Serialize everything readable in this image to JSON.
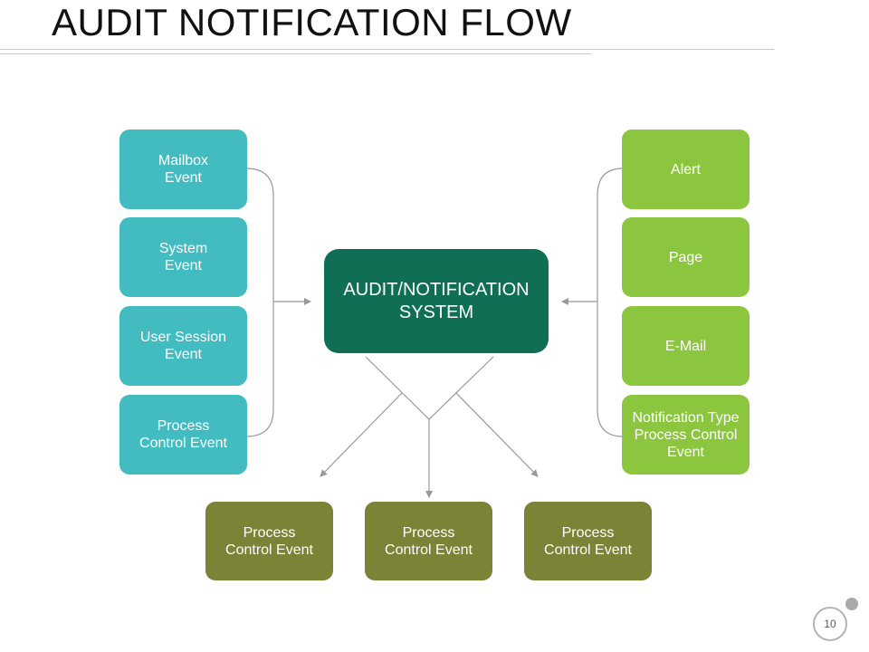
{
  "title": "AUDIT NOTIFICATION FLOW",
  "center": {
    "label": "AUDIT/NOTIFICATION\nSYSTEM"
  },
  "sources": [
    {
      "label": "Mailbox\nEvent"
    },
    {
      "label": "System\nEvent"
    },
    {
      "label": "User Session\nEvent"
    },
    {
      "label": "Process\nControl Event"
    }
  ],
  "notifications": [
    {
      "label": "Alert"
    },
    {
      "label": "Page"
    },
    {
      "label": "E-Mail"
    },
    {
      "label": "Notification Type\nProcess Control\nEvent"
    }
  ],
  "outputs": [
    {
      "label": "Process\nControl Event"
    },
    {
      "label": "Process\nControl Event"
    },
    {
      "label": "Process\nControl Event"
    }
  ],
  "page_number": "10",
  "colors": {
    "source": "#43bcc1",
    "center": "#106e54",
    "notification": "#8cc63f",
    "output": "#7b8336",
    "connector": "#999999"
  }
}
